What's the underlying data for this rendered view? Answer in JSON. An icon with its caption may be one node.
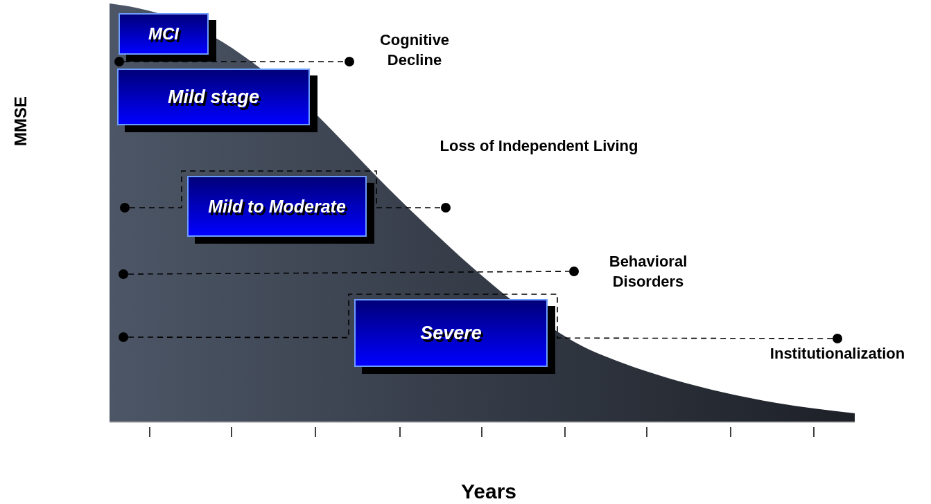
{
  "diagram": {
    "nodes": [
      {
        "text": [
          "MCI"
        ]
      },
      {
        "text": [],
        "shape": "circle"
      },
      {
        "text": [],
        "shape": "circle"
      },
      {
        "text": [
          "Mild stage"
        ]
      },
      {
        "text": [
          "Mild to Moderate"
        ]
      },
      {
        "text": [],
        "shape": "circle"
      },
      {
        "text": [],
        "shape": "circle"
      },
      {
        "text": [],
        "shape": "circle"
      },
      {
        "text": [],
        "shape": "circle"
      },
      {
        "text": [
          "Severe"
        ]
      },
      {
        "text": [],
        "shape": "circle"
      },
      {
        "text": [],
        "shape": "circle"
      }
    ],
    "edges": [
      {
        "from": 1,
        "to": 2,
        "arrow": "none",
        "style": "dashed"
      },
      {
        "from": 5,
        "to": 6,
        "arrow": "none",
        "style": "dashed"
      },
      {
        "from": 7,
        "to": 8,
        "arrow": "none",
        "style": "dashed"
      },
      {
        "from": 10,
        "to": 11,
        "arrow": "none",
        "style": "dashed"
      }
    ],
    "labels": [
      "MMSE",
      "Cognitive Decline",
      "Loss of Independent Living",
      "Behavioral Disorders",
      "Institutionalization",
      "Years"
    ]
  }
}
